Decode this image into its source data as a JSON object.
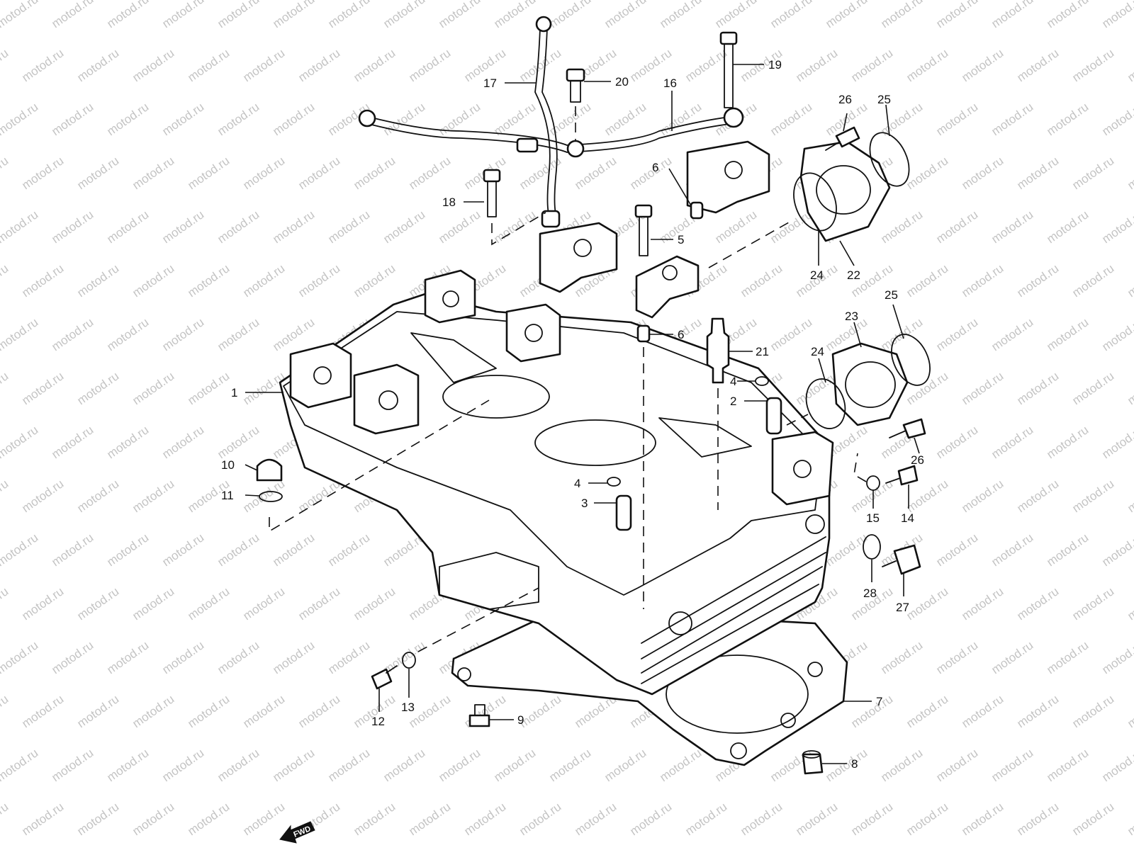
{
  "watermark": {
    "text": "motod.ru",
    "color": "#c4c4c4"
  },
  "callouts": [
    {
      "id": "1",
      "label": "1"
    },
    {
      "id": "2",
      "label": "2"
    },
    {
      "id": "3",
      "label": "3"
    },
    {
      "id": "4a",
      "label": "4"
    },
    {
      "id": "4b",
      "label": "4"
    },
    {
      "id": "5",
      "label": "5"
    },
    {
      "id": "6a",
      "label": "6"
    },
    {
      "id": "6b",
      "label": "6"
    },
    {
      "id": "7",
      "label": "7"
    },
    {
      "id": "8",
      "label": "8"
    },
    {
      "id": "9",
      "label": "9"
    },
    {
      "id": "10",
      "label": "10"
    },
    {
      "id": "11",
      "label": "11"
    },
    {
      "id": "12",
      "label": "12"
    },
    {
      "id": "13",
      "label": "13"
    },
    {
      "id": "14",
      "label": "14"
    },
    {
      "id": "15",
      "label": "15"
    },
    {
      "id": "16",
      "label": "16"
    },
    {
      "id": "17",
      "label": "17"
    },
    {
      "id": "18",
      "label": "18"
    },
    {
      "id": "19",
      "label": "19"
    },
    {
      "id": "20",
      "label": "20"
    },
    {
      "id": "21",
      "label": "21"
    },
    {
      "id": "22",
      "label": "22"
    },
    {
      "id": "23",
      "label": "23"
    },
    {
      "id": "24a",
      "label": "24"
    },
    {
      "id": "24b",
      "label": "24"
    },
    {
      "id": "25a",
      "label": "25"
    },
    {
      "id": "25b",
      "label": "25"
    },
    {
      "id": "26a",
      "label": "26"
    },
    {
      "id": "26b",
      "label": "26"
    },
    {
      "id": "27",
      "label": "27"
    },
    {
      "id": "28",
      "label": "28"
    }
  ],
  "fwd_badge": {
    "label": "FWD"
  }
}
